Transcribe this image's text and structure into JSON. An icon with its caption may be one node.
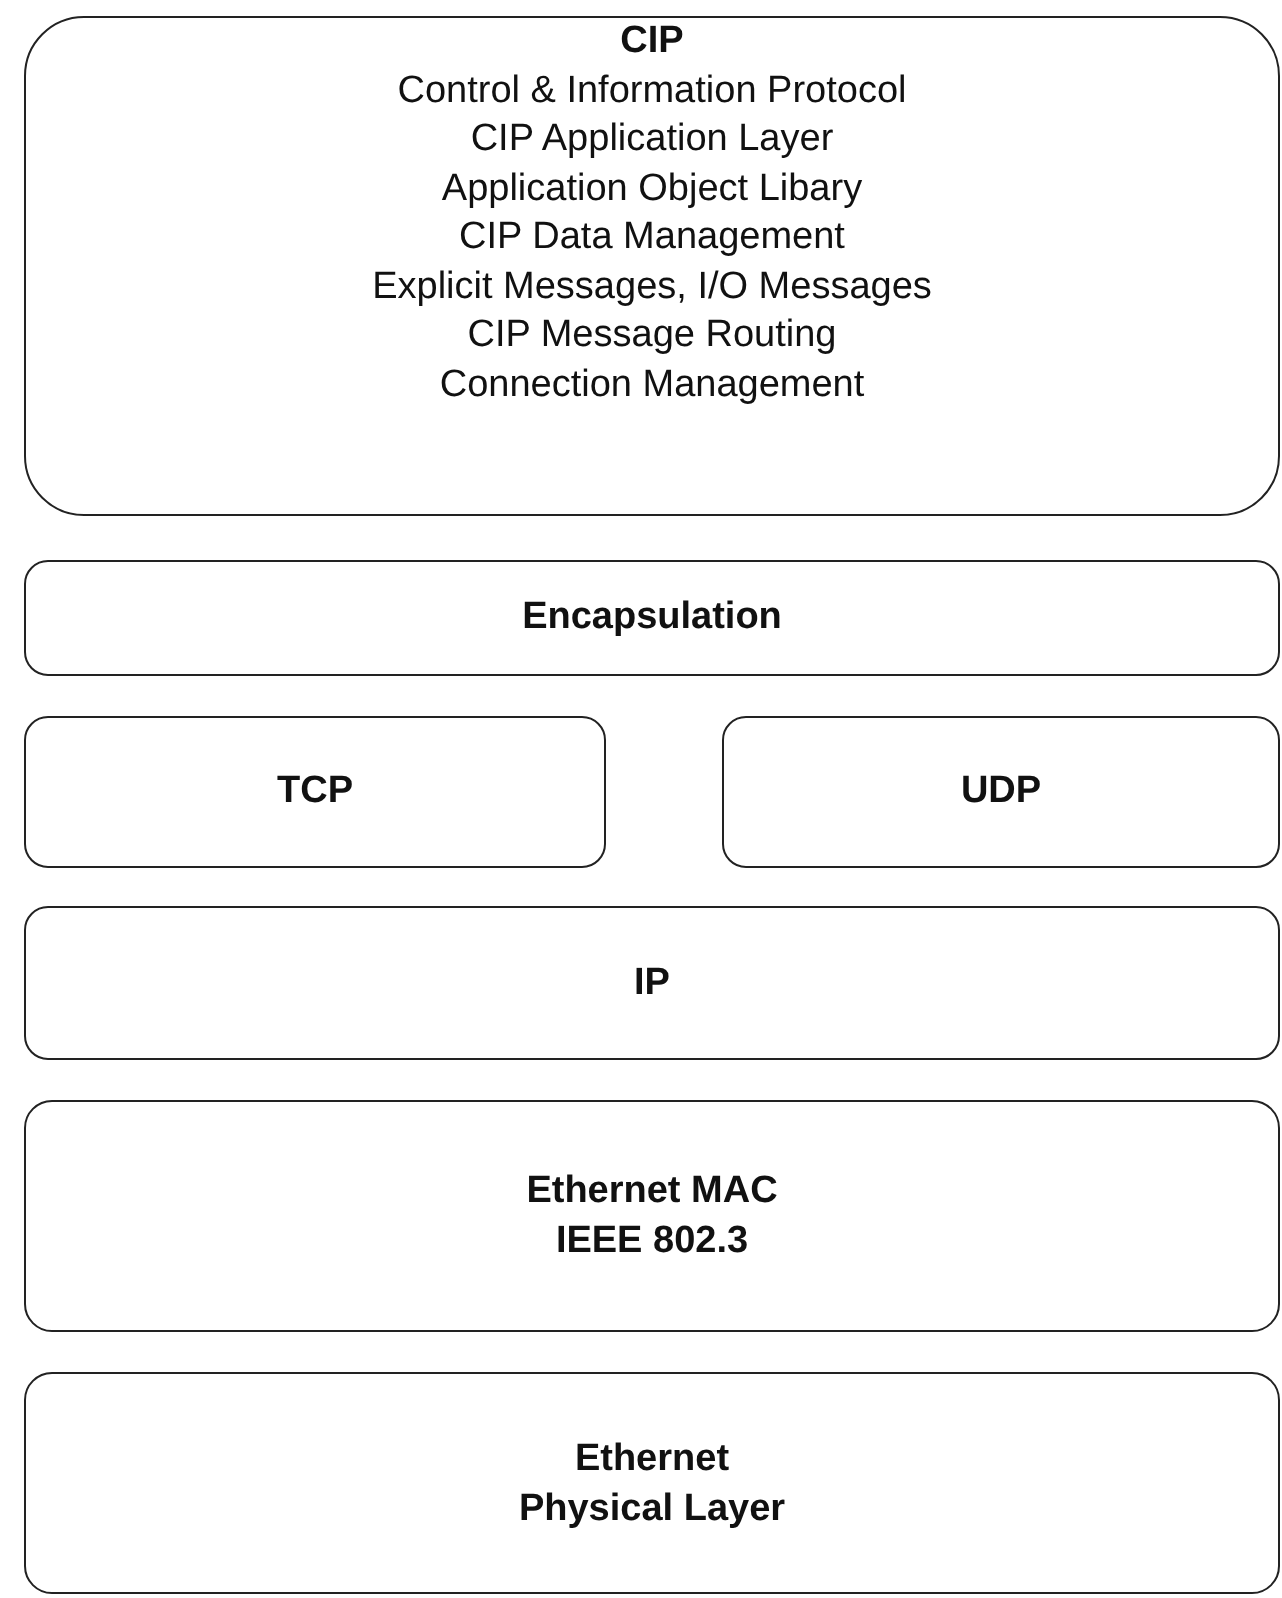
{
  "diagram": {
    "nodes": [
      {
        "text": [
          "CIP",
          "Control & Information Protocol",
          "CIP Application Layer",
          "Application Object Libary",
          "CIP Data Management",
          "Explicit Messages, I/O Messages",
          "CIP Message Routing",
          "Connection Management"
        ]
      },
      {
        "text": [
          "Encapsulation"
        ]
      },
      {
        "text": [
          "TCP"
        ]
      },
      {
        "text": [
          "UDP"
        ]
      },
      {
        "text": [
          "IP"
        ]
      },
      {
        "text": [
          "Ethernet MAC",
          "IEEE 802.3"
        ]
      },
      {
        "text": [
          "Ethernet Physical Layer"
        ]
      }
    ]
  }
}
